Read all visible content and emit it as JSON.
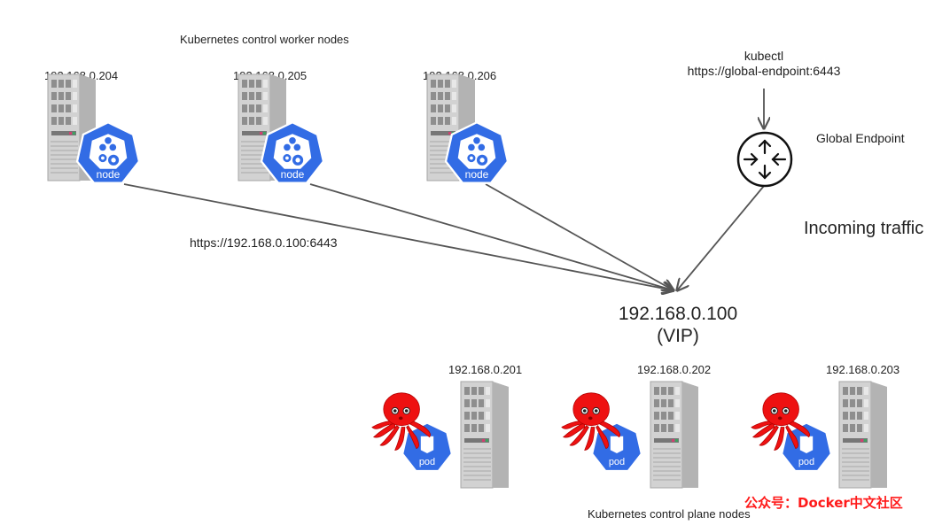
{
  "worker_section": {
    "title": "Kubernetes control worker nodes",
    "nodes": [
      {
        "ip": "192.168.0.204",
        "badge": "node"
      },
      {
        "ip": "192.168.0.205",
        "badge": "node"
      },
      {
        "ip": "192.168.0.206",
        "badge": "node"
      }
    ],
    "connection_label": "https://192.168.0.100:6443"
  },
  "client": {
    "tool": "kubectl",
    "url": "https://global-endpoint:6443"
  },
  "global_endpoint": {
    "label": "Global Endpoint",
    "icon": "router-icon"
  },
  "incoming_traffic": "Incoming traffic",
  "vip": {
    "ip": "192.168.0.100",
    "label": "(VIP)"
  },
  "control_plane_section": {
    "title": "Kubernetes control plane nodes",
    "nodes": [
      {
        "ip": "192.168.0.201",
        "badge": "pod"
      },
      {
        "ip": "192.168.0.202",
        "badge": "pod"
      },
      {
        "ip": "192.168.0.203",
        "badge": "pod"
      }
    ]
  },
  "watermark": "公众号：Docker中文社区",
  "colors": {
    "k8s_blue": "#326ce5",
    "octopus_red": "#ee1111",
    "line": "#555555",
    "server_gray": "#b8b8b8",
    "watermark_red": "#ff1a1a"
  }
}
